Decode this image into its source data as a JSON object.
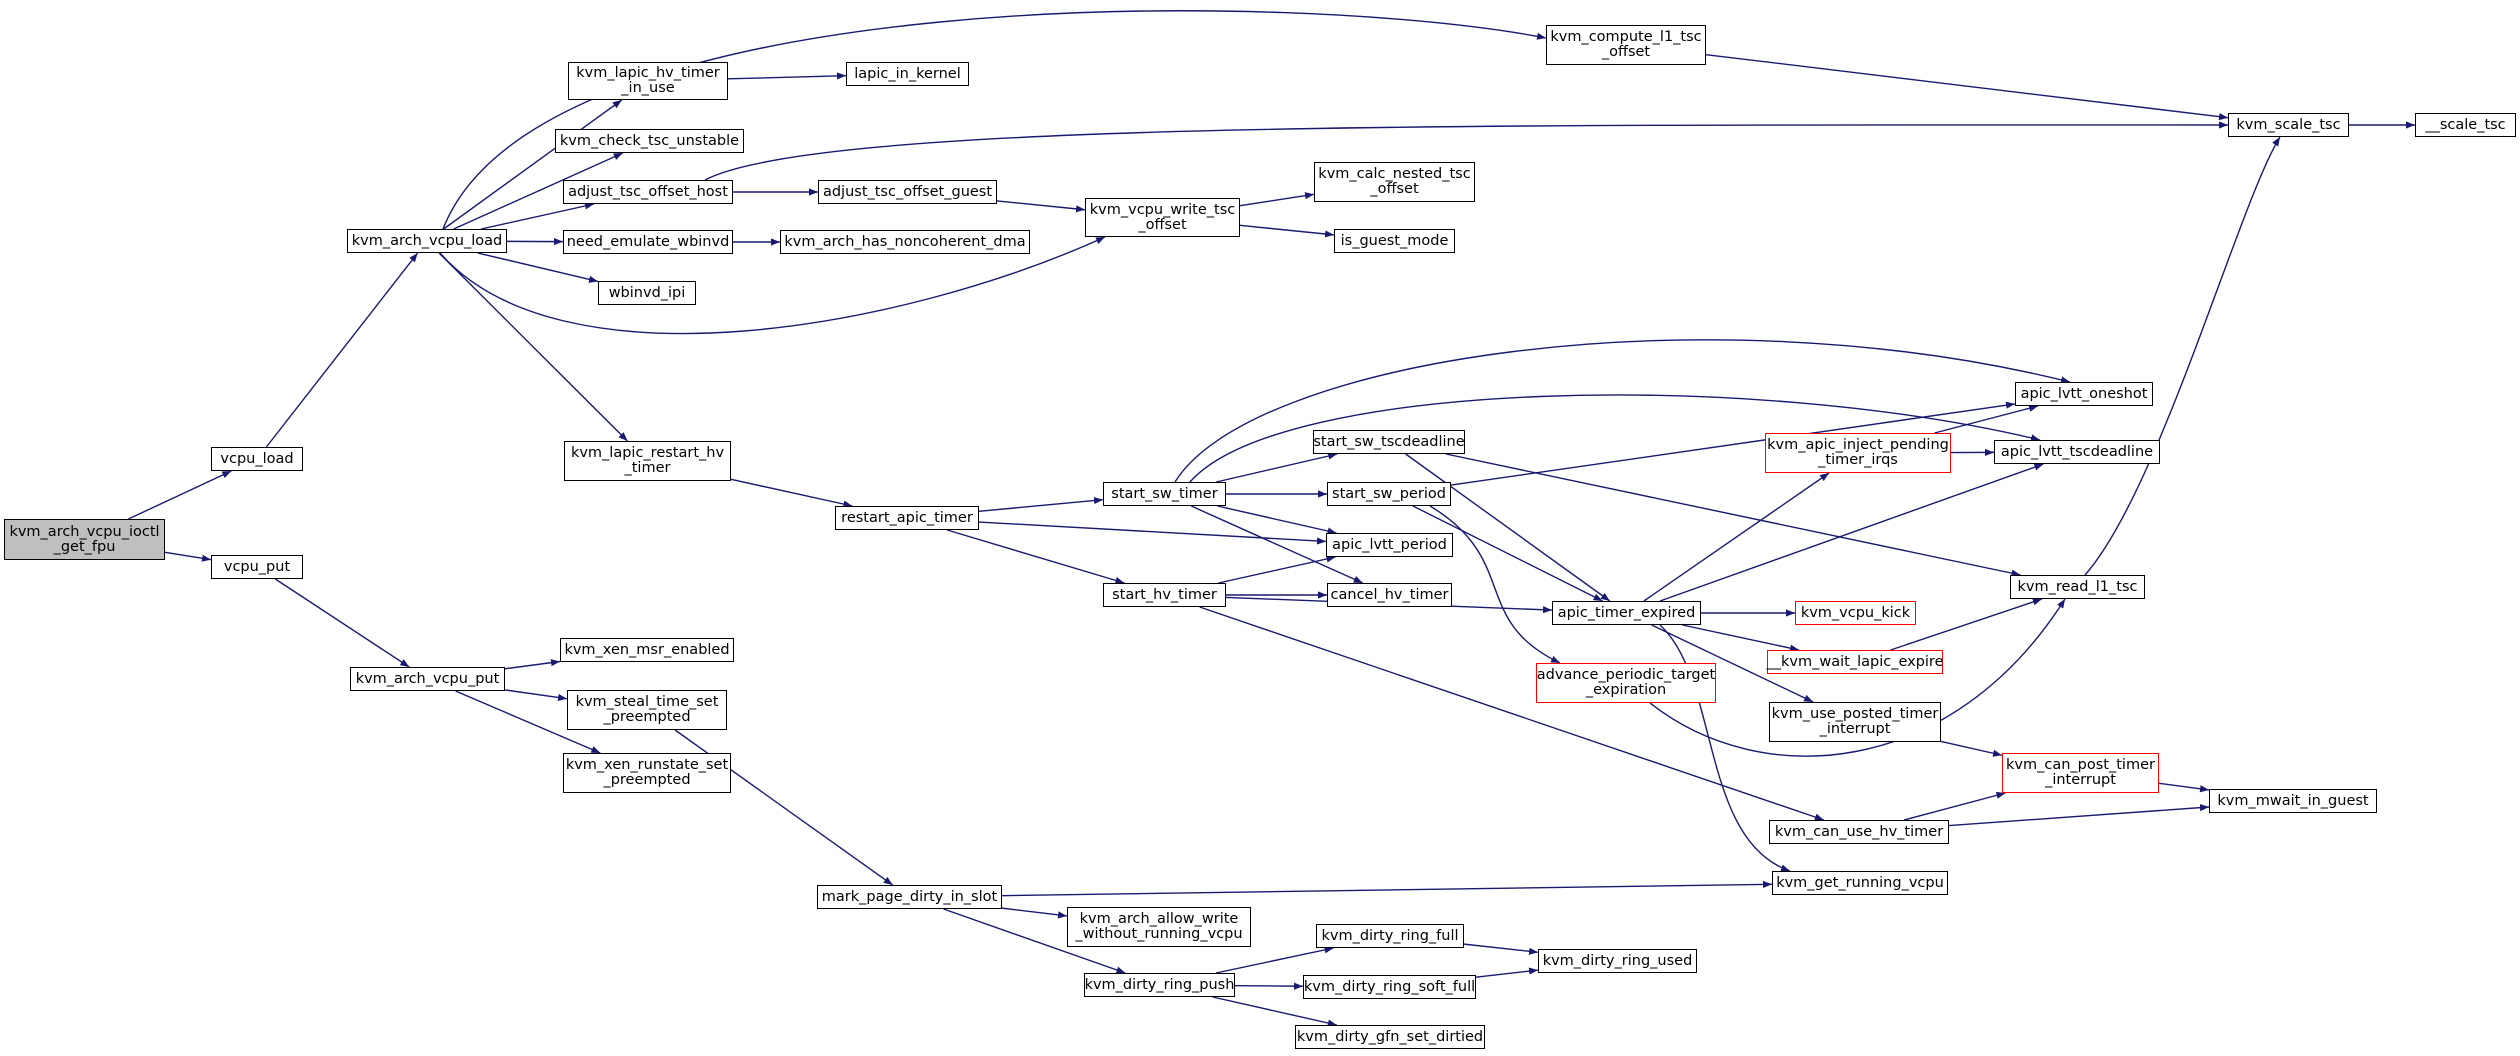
{
  "graph": {
    "colors": {
      "edge": "#191970",
      "node_border": "#000000",
      "truncated_border": "#ff0000",
      "root_fill": "#bfbfbf"
    },
    "nodes": [
      {
        "id": "root",
        "label": "kvm_arch_vcpu_ioctl\n_get_fpu",
        "kind": "root"
      },
      {
        "id": "vcpu_load",
        "label": "vcpu_load",
        "kind": "normal"
      },
      {
        "id": "vcpu_put",
        "label": "vcpu_put",
        "kind": "normal"
      },
      {
        "id": "kvm_arch_vcpu_load",
        "label": "kvm_arch_vcpu_load",
        "kind": "normal"
      },
      {
        "id": "kvm_arch_vcpu_put",
        "label": "kvm_arch_vcpu_put",
        "kind": "normal"
      },
      {
        "id": "kvm_lapic_hv_timer_in_use",
        "label": "kvm_lapic_hv_timer\n_in_use",
        "kind": "normal"
      },
      {
        "id": "lapic_in_kernel",
        "label": "lapic_in_kernel",
        "kind": "normal"
      },
      {
        "id": "kvm_check_tsc_unstable",
        "label": "kvm_check_tsc_unstable",
        "kind": "normal"
      },
      {
        "id": "adjust_tsc_offset_host",
        "label": "adjust_tsc_offset_host",
        "kind": "normal"
      },
      {
        "id": "adjust_tsc_offset_guest",
        "label": "adjust_tsc_offset_guest",
        "kind": "normal"
      },
      {
        "id": "need_emulate_wbinvd",
        "label": "need_emulate_wbinvd",
        "kind": "normal"
      },
      {
        "id": "kvm_arch_has_noncoherent_dma",
        "label": "kvm_arch_has_noncoherent_dma",
        "kind": "normal"
      },
      {
        "id": "wbinvd_ipi",
        "label": "wbinvd_ipi",
        "kind": "normal"
      },
      {
        "id": "kvm_compute_l1_tsc_offset",
        "label": "kvm_compute_l1_tsc\n_offset",
        "kind": "normal"
      },
      {
        "id": "kvm_scale_tsc",
        "label": "kvm_scale_tsc",
        "kind": "normal"
      },
      {
        "id": "__scale_tsc",
        "label": "__scale_tsc",
        "kind": "normal"
      },
      {
        "id": "kvm_vcpu_write_tsc_offset",
        "label": "kvm_vcpu_write_tsc\n_offset",
        "kind": "normal"
      },
      {
        "id": "kvm_calc_nested_tsc_offset",
        "label": "kvm_calc_nested_tsc\n_offset",
        "kind": "normal"
      },
      {
        "id": "is_guest_mode",
        "label": "is_guest_mode",
        "kind": "normal"
      },
      {
        "id": "kvm_lapic_restart_hv_timer",
        "label": "kvm_lapic_restart_hv\n_timer",
        "kind": "normal"
      },
      {
        "id": "restart_apic_timer",
        "label": "restart_apic_timer",
        "kind": "normal"
      },
      {
        "id": "start_sw_timer",
        "label": "start_sw_timer",
        "kind": "normal"
      },
      {
        "id": "start_hv_timer",
        "label": "start_hv_timer",
        "kind": "normal"
      },
      {
        "id": "start_sw_tscdeadline",
        "label": "start_sw_tscdeadline",
        "kind": "normal"
      },
      {
        "id": "start_sw_period",
        "label": "start_sw_period",
        "kind": "normal"
      },
      {
        "id": "apic_lvtt_period",
        "label": "apic_lvtt_period",
        "kind": "normal"
      },
      {
        "id": "cancel_hv_timer",
        "label": "cancel_hv_timer",
        "kind": "normal"
      },
      {
        "id": "apic_timer_expired",
        "label": "apic_timer_expired",
        "kind": "normal"
      },
      {
        "id": "advance_periodic_target_expiration",
        "label": "advance_periodic_target\n_expiration",
        "kind": "truncated"
      },
      {
        "id": "apic_lvtt_oneshot",
        "label": "apic_lvtt_oneshot",
        "kind": "normal"
      },
      {
        "id": "apic_lvtt_tscdeadline",
        "label": "apic_lvtt_tscdeadline",
        "kind": "normal"
      },
      {
        "id": "kvm_apic_inject_pending_timer_irqs",
        "label": "kvm_apic_inject_pending\n_timer_irqs",
        "kind": "truncated"
      },
      {
        "id": "kvm_read_l1_tsc",
        "label": "kvm_read_l1_tsc",
        "kind": "normal"
      },
      {
        "id": "kvm_vcpu_kick",
        "label": "kvm_vcpu_kick",
        "kind": "truncated"
      },
      {
        "id": "__kvm_wait_lapic_expire",
        "label": "__kvm_wait_lapic_expire",
        "kind": "truncated"
      },
      {
        "id": "kvm_use_posted_timer_interrupt",
        "label": "kvm_use_posted_timer\n_interrupt",
        "kind": "normal"
      },
      {
        "id": "kvm_can_post_timer_interrupt",
        "label": "kvm_can_post_timer\n_interrupt",
        "kind": "truncated"
      },
      {
        "id": "kvm_mwait_in_guest",
        "label": "kvm_mwait_in_guest",
        "kind": "normal"
      },
      {
        "id": "kvm_can_use_hv_timer",
        "label": "kvm_can_use_hv_timer",
        "kind": "normal"
      },
      {
        "id": "kvm_get_running_vcpu",
        "label": "kvm_get_running_vcpu",
        "kind": "normal"
      },
      {
        "id": "kvm_xen_msr_enabled",
        "label": "kvm_xen_msr_enabled",
        "kind": "normal"
      },
      {
        "id": "kvm_steal_time_set_preempted",
        "label": "kvm_steal_time_set\n_preempted",
        "kind": "normal"
      },
      {
        "id": "kvm_xen_runstate_set_preempted",
        "label": "kvm_xen_runstate_set\n_preempted",
        "kind": "normal"
      },
      {
        "id": "mark_page_dirty_in_slot",
        "label": "mark_page_dirty_in_slot",
        "kind": "normal"
      },
      {
        "id": "kvm_arch_allow_write_without_running_vcpu",
        "label": "kvm_arch_allow_write\n_without_running_vcpu",
        "kind": "normal"
      },
      {
        "id": "kvm_dirty_ring_push",
        "label": "kvm_dirty_ring_push",
        "kind": "normal"
      },
      {
        "id": "kvm_dirty_ring_full",
        "label": "kvm_dirty_ring_full",
        "kind": "normal"
      },
      {
        "id": "kvm_dirty_ring_soft_full",
        "label": "kvm_dirty_ring_soft_full",
        "kind": "normal"
      },
      {
        "id": "kvm_dirty_ring_used",
        "label": "kvm_dirty_ring_used",
        "kind": "normal"
      },
      {
        "id": "kvm_dirty_gfn_set_dirtied",
        "label": "kvm_dirty_gfn_set_dirtied",
        "kind": "normal"
      }
    ],
    "edges": [
      [
        "root",
        "vcpu_load"
      ],
      [
        "root",
        "vcpu_put"
      ],
      [
        "vcpu_load",
        "kvm_arch_vcpu_load"
      ],
      [
        "vcpu_put",
        "kvm_arch_vcpu_put"
      ],
      [
        "kvm_arch_vcpu_load",
        "kvm_compute_l1_tsc_offset"
      ],
      [
        "kvm_arch_vcpu_load",
        "kvm_lapic_hv_timer_in_use"
      ],
      [
        "kvm_arch_vcpu_load",
        "kvm_check_tsc_unstable"
      ],
      [
        "kvm_arch_vcpu_load",
        "adjust_tsc_offset_host"
      ],
      [
        "kvm_arch_vcpu_load",
        "need_emulate_wbinvd"
      ],
      [
        "kvm_arch_vcpu_load",
        "wbinvd_ipi"
      ],
      [
        "kvm_arch_vcpu_load",
        "kvm_vcpu_write_tsc_offset"
      ],
      [
        "kvm_arch_vcpu_load",
        "kvm_lapic_restart_hv_timer"
      ],
      [
        "kvm_lapic_hv_timer_in_use",
        "lapic_in_kernel"
      ],
      [
        "adjust_tsc_offset_host",
        "kvm_scale_tsc"
      ],
      [
        "adjust_tsc_offset_host",
        "adjust_tsc_offset_guest"
      ],
      [
        "adjust_tsc_offset_guest",
        "kvm_vcpu_write_tsc_offset"
      ],
      [
        "need_emulate_wbinvd",
        "kvm_arch_has_noncoherent_dma"
      ],
      [
        "kvm_compute_l1_tsc_offset",
        "kvm_scale_tsc"
      ],
      [
        "kvm_scale_tsc",
        "__scale_tsc"
      ],
      [
        "kvm_vcpu_write_tsc_offset",
        "kvm_calc_nested_tsc_offset"
      ],
      [
        "kvm_vcpu_write_tsc_offset",
        "is_guest_mode"
      ],
      [
        "kvm_lapic_restart_hv_timer",
        "restart_apic_timer"
      ],
      [
        "restart_apic_timer",
        "start_sw_timer"
      ],
      [
        "restart_apic_timer",
        "apic_lvtt_period"
      ],
      [
        "restart_apic_timer",
        "start_hv_timer"
      ],
      [
        "start_sw_timer",
        "apic_lvtt_oneshot"
      ],
      [
        "start_sw_timer",
        "apic_lvtt_tscdeadline"
      ],
      [
        "start_sw_timer",
        "start_sw_tscdeadline"
      ],
      [
        "start_sw_timer",
        "start_sw_period"
      ],
      [
        "start_sw_timer",
        "apic_lvtt_period"
      ],
      [
        "start_sw_timer",
        "cancel_hv_timer"
      ],
      [
        "start_hv_timer",
        "apic_lvtt_period"
      ],
      [
        "start_hv_timer",
        "cancel_hv_timer"
      ],
      [
        "start_hv_timer",
        "apic_timer_expired"
      ],
      [
        "start_hv_timer",
        "kvm_can_use_hv_timer"
      ],
      [
        "start_sw_tscdeadline",
        "apic_timer_expired"
      ],
      [
        "start_sw_tscdeadline",
        "kvm_read_l1_tsc"
      ],
      [
        "start_sw_period",
        "apic_lvtt_oneshot"
      ],
      [
        "start_sw_period",
        "apic_timer_expired"
      ],
      [
        "start_sw_period",
        "advance_periodic_target_expiration"
      ],
      [
        "apic_timer_expired",
        "kvm_apic_inject_pending_timer_irqs"
      ],
      [
        "apic_timer_expired",
        "apic_lvtt_tscdeadline"
      ],
      [
        "apic_timer_expired",
        "kvm_vcpu_kick"
      ],
      [
        "apic_timer_expired",
        "__kvm_wait_lapic_expire"
      ],
      [
        "apic_timer_expired",
        "kvm_use_posted_timer_interrupt"
      ],
      [
        "apic_timer_expired",
        "kvm_get_running_vcpu"
      ],
      [
        "advance_periodic_target_expiration",
        "kvm_read_l1_tsc"
      ],
      [
        "kvm_apic_inject_pending_timer_irqs",
        "apic_lvtt_oneshot"
      ],
      [
        "kvm_apic_inject_pending_timer_irqs",
        "apic_lvtt_tscdeadline"
      ],
      [
        "__kvm_wait_lapic_expire",
        "kvm_read_l1_tsc"
      ],
      [
        "kvm_read_l1_tsc",
        "kvm_scale_tsc"
      ],
      [
        "kvm_use_posted_timer_interrupt",
        "kvm_can_post_timer_interrupt"
      ],
      [
        "kvm_can_post_timer_interrupt",
        "kvm_mwait_in_guest"
      ],
      [
        "kvm_can_use_hv_timer",
        "kvm_can_post_timer_interrupt"
      ],
      [
        "kvm_can_use_hv_timer",
        "kvm_mwait_in_guest"
      ],
      [
        "kvm_arch_vcpu_put",
        "kvm_xen_msr_enabled"
      ],
      [
        "kvm_arch_vcpu_put",
        "kvm_steal_time_set_preempted"
      ],
      [
        "kvm_arch_vcpu_put",
        "kvm_xen_runstate_set_preempted"
      ],
      [
        "kvm_steal_time_set_preempted",
        "mark_page_dirty_in_slot"
      ],
      [
        "mark_page_dirty_in_slot",
        "kvm_get_running_vcpu"
      ],
      [
        "mark_page_dirty_in_slot",
        "kvm_arch_allow_write_without_running_vcpu"
      ],
      [
        "mark_page_dirty_in_slot",
        "kvm_dirty_ring_push"
      ],
      [
        "kvm_dirty_ring_push",
        "kvm_dirty_ring_full"
      ],
      [
        "kvm_dirty_ring_push",
        "kvm_dirty_ring_soft_full"
      ],
      [
        "kvm_dirty_ring_push",
        "kvm_dirty_gfn_set_dirtied"
      ],
      [
        "kvm_dirty_ring_full",
        "kvm_dirty_ring_used"
      ],
      [
        "kvm_dirty_ring_soft_full",
        "kvm_dirty_ring_used"
      ]
    ]
  }
}
